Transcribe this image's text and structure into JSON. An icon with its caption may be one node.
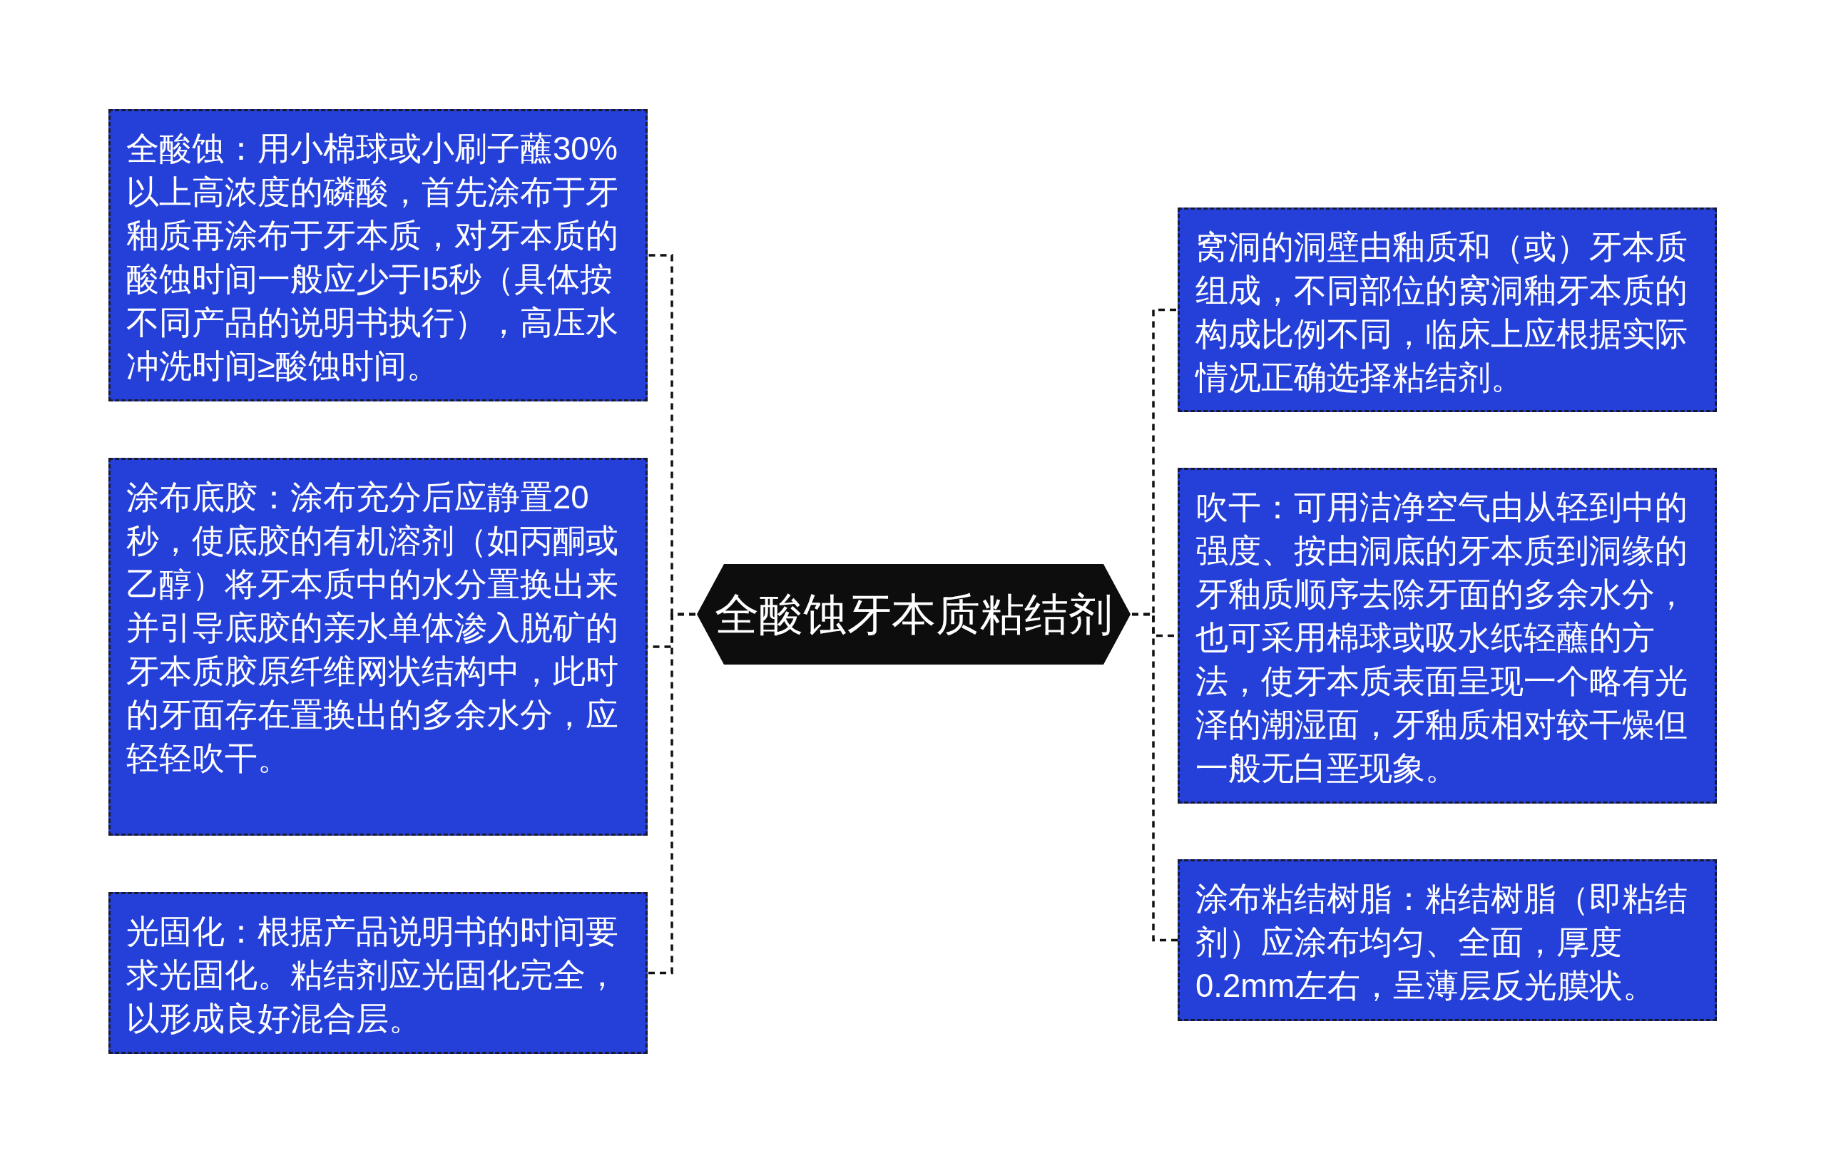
{
  "diagram": {
    "nodes": [
      {
        "text": [
          "全酸蚀牙本质粘结剂"
        ]
      },
      {
        "text": [
          "全酸蚀：用小棉球或小刷子蘸30%以上高浓度的磷酸，首先涂布于牙釉质再涂布于牙本质，对牙本质的酸蚀时间一般应少于I5秒（具体按不同产品的说明书执行），高压水冲洗时间≥酸蚀时间。"
        ]
      },
      {
        "text": [
          "涂布底胶：涂布充分后应静置20秒，使底胶的有机溶剂（如丙酮或乙醇）将牙本质中的水分置换出来并引导底胶的亲水单体渗入脱矿的牙本质胶原纤维网状结构中，此时的牙面存在置换出的多余水分，应轻轻吹干。"
        ]
      },
      {
        "text": [
          "光固化：根据产品说明书的时间要求光固化。粘结剂应光固化完全，以形成良好混合层。"
        ]
      },
      {
        "text": [
          "窝洞的洞壁由釉质和（或）牙本质组成，不同部位的窝洞釉牙本质的构成比例不同，临床上应根据实际情况正确选择粘结剂。"
        ]
      },
      {
        "text": [
          "吹干：可用洁净空气由从轻到中的强度、按由洞底的牙本质到洞缘的牙釉质顺序去除牙面的多余水分，也可采用棉球或吸水纸轻蘸的方法，使牙本质表面呈现一个略有光泽的潮湿面，牙釉质相对较干燥但一般无白垩现象。"
        ]
      },
      {
        "text": [
          "涂布粘结树脂：粘结树脂（即粘结剂）应涂布均匀、全面，厚度0.2mm左右，呈薄层反光膜状。"
        ]
      }
    ],
    "edges": [
      {
        "from": 0,
        "to": 1,
        "arrow": "none"
      },
      {
        "from": 0,
        "to": 2,
        "arrow": "none"
      },
      {
        "from": 0,
        "to": 3,
        "arrow": "none"
      },
      {
        "from": 0,
        "to": 4,
        "arrow": "none"
      },
      {
        "from": 0,
        "to": 5,
        "arrow": "none"
      },
      {
        "from": 0,
        "to": 6,
        "arrow": "none"
      }
    ]
  }
}
